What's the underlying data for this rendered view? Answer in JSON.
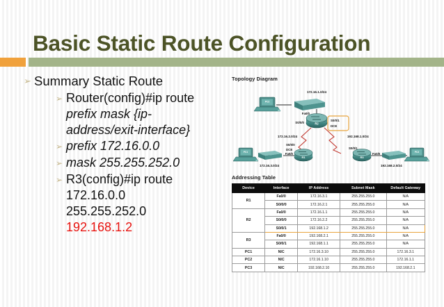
{
  "slide": {
    "title": "Basic Static Route Configuration",
    "title_color": "#4c5326",
    "accent_orange": "#f0a13c",
    "accent_green": "#a3b489",
    "bullet_glyph": "➢"
  },
  "content": {
    "bullets": [
      {
        "level": 1,
        "text": "Summary Static Route",
        "style": "normal"
      },
      {
        "level": 2,
        "text": "Router(config)#ip route",
        "style": "normal"
      },
      {
        "level": 2,
        "text": "prefix mask {ip-address/exit-interface}",
        "style": "italic",
        "continuation": true
      },
      {
        "level": 2,
        "text": " prefix 172.16.0.0",
        "style": "italic"
      },
      {
        "level": 2,
        "text": "mask 255.255.252.0",
        "style": "italic"
      },
      {
        "level": 2,
        "text": "R3(config)#ip route",
        "style": "normal"
      },
      {
        "level": 2,
        "text": "172.16.0.0",
        "style": "normal",
        "continuation": true
      },
      {
        "level": 2,
        "text": "255.255.252.0",
        "style": "normal",
        "continuation": true
      },
      {
        "level": 2,
        "text": "192.168.1.2",
        "style": "normal-red",
        "continuation": true
      }
    ],
    "line1": "Summary Static Route",
    "line2": "Router(config)#ip route",
    "line3a": "prefix mask {ip-",
    "line3b": "address/exit-interface}",
    "line4": " prefix 172.16.0.0",
    "line5": "mask 255.255.252.0",
    "line6": "R3(config)#ip route",
    "line7": "172.16.0.0",
    "line8": "255.255.252.0",
    "line9": "192.168.1.2",
    "red_color": "#e8130f"
  },
  "topology": {
    "caption": "Topology Diagram",
    "labels": {
      "net_top": "172.16.1.0/24",
      "net_left": "172.16.2.0/24",
      "net_right": "192.168.1.0/24",
      "net_bottom_left": "172.16.3.0/24",
      "net_bottom_right": "192.168.2.0/24",
      "r2_fa00": "Fa0/0",
      "r2_s0000": "S0/0/0",
      "r2_s0001": "S0/0/1",
      "r2_s0001_dce": "DCE",
      "r1_s0000": "S0/0/0",
      "r1_dce": "DCE",
      "r1_fa00": "Fa0/0",
      "r3_s0001": "S0/0/1",
      "r3_fa00": "Fa0/0",
      "router_r1": "R1",
      "router_r2": "R2",
      "router_r3": "R3",
      "pc1": "PC1",
      "pc2": "PC2",
      "pc3": "PC3"
    },
    "highlight_color": "#e8a33d"
  },
  "addressing": {
    "caption": "Addressing Table",
    "columns": [
      "Device",
      "Interface",
      "IP Address",
      "Subnet Mask",
      "Default Gateway"
    ],
    "rows": [
      {
        "device": "R1",
        "device_span": 2,
        "interface": "Fa0/0",
        "ip": "172.16.3.1",
        "mask": "255.255.255.0",
        "gw": "N/A",
        "highlight": false
      },
      {
        "device": "",
        "device_span": 0,
        "interface": "S0/0/0",
        "ip": "172.16.2.1",
        "mask": "255.255.255.0",
        "gw": "N/A",
        "highlight": false
      },
      {
        "device": "R2",
        "device_span": 3,
        "interface": "Fa0/0",
        "ip": "172.16.1.1",
        "mask": "255.255.255.0",
        "gw": "N/A",
        "highlight": false
      },
      {
        "device": "",
        "device_span": 0,
        "interface": "S0/0/0",
        "ip": "172.16.2.2",
        "mask": "255.255.255.0",
        "gw": "N/A",
        "highlight": false
      },
      {
        "device": "",
        "device_span": 0,
        "interface": "S0/0/1",
        "ip": "192.168.1.2",
        "mask": "255.255.255.0",
        "gw": "N/A",
        "highlight": true
      },
      {
        "device": "R3",
        "device_span": 2,
        "interface": "Fa0/0",
        "ip": "192.168.2.1",
        "mask": "255.255.255.0",
        "gw": "N/A",
        "highlight": false
      },
      {
        "device": "",
        "device_span": 0,
        "interface": "S0/0/1",
        "ip": "192.168.1.1",
        "mask": "255.255.255.0",
        "gw": "N/A",
        "highlight": false
      },
      {
        "device": "PC1",
        "device_span": 1,
        "interface": "NIC",
        "ip": "172.16.3.10",
        "mask": "255.255.255.0",
        "gw": "172.16.3.1",
        "highlight": false
      },
      {
        "device": "PC2",
        "device_span": 1,
        "interface": "NIC",
        "ip": "172.16.1.10",
        "mask": "255.255.255.0",
        "gw": "172.16.1.1",
        "highlight": false
      },
      {
        "device": "PC3",
        "device_span": 1,
        "interface": "NIC",
        "ip": "192.168.2.10",
        "mask": "255.255.255.0",
        "gw": "192.168.2.1",
        "highlight": false
      }
    ]
  }
}
